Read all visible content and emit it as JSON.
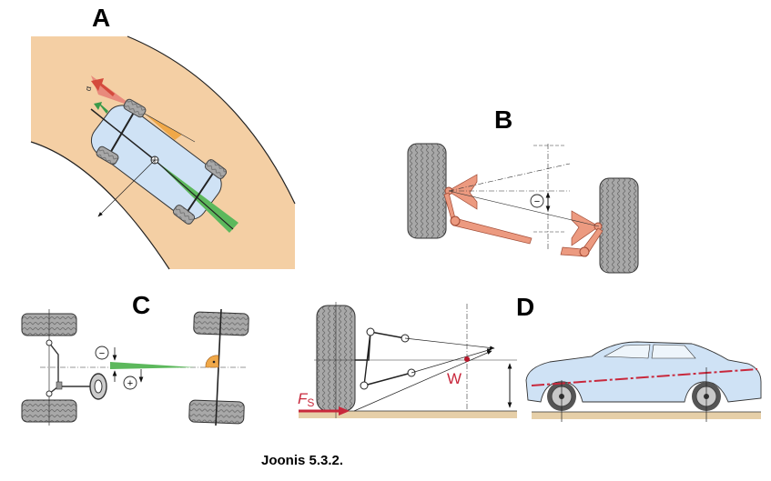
{
  "figure": {
    "caption": "Joonis 5.3.2.",
    "panels": [
      {
        "id": "A",
        "label": "A",
        "description": "Top view of car cornering on curved road with slip angles",
        "symbols": {
          "angle": "α"
        }
      },
      {
        "id": "B",
        "label": "B",
        "description": "Front view of axle with roll center below wheel centerline",
        "symbols": {
          "sign": "−"
        }
      },
      {
        "id": "C",
        "label": "C",
        "description": "Top view of chassis showing thrust angle / axle alignment",
        "symbols": {
          "minus": "−",
          "plus": "+"
        }
      },
      {
        "id": "D",
        "label": "D",
        "description": "Side view of suspension geometry and car with pitch axis",
        "symbols": {
          "force_main": "F",
          "force_sub": "S",
          "point": "W"
        }
      }
    ]
  },
  "colors": {
    "road": "#f4cfa4",
    "car_body": "#cfe2f5",
    "tire": "#9a9a9a",
    "suspension_arm": "#ec9a80",
    "green_wedge": "#5cb85c",
    "red_wedge": "#e88a7c",
    "orange_wedge": "#f0a848",
    "force_red": "#c8283c",
    "ground": "#e6cfa8"
  }
}
